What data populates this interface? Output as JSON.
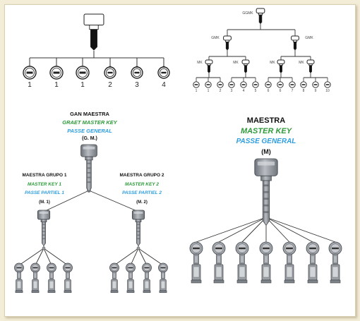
{
  "diagram1": {
    "cylinder_numbers": [
      "1",
      "1",
      "1",
      "2",
      "3",
      "4"
    ]
  },
  "diagram2": {
    "top_label": "GGMK",
    "gmk_label": "GMK",
    "mk_label": "MK",
    "cylinder_numbers": [
      "1",
      "1",
      "2",
      "3",
      "4",
      "5",
      "6",
      "6",
      "7",
      "8",
      "9",
      "10"
    ]
  },
  "diagram3": {
    "title": "GAN MAESTRA",
    "title_en": "GRAET MASTER KEY",
    "title_fr": "PASSE GENERAL",
    "code": "(G. M.)",
    "group1": {
      "title": "MAESTRA GRUPO 1",
      "en": "MASTER KEY 1",
      "fr": "PASSE PARTIEL 1",
      "code": "(M. 1)"
    },
    "group2": {
      "title": "MAESTRA GRUPO 2",
      "en": "MASTER KEY 2",
      "fr": "PASSE PARTIEL 2",
      "code": "(M. 2)"
    }
  },
  "diagram4": {
    "title": "MAESTRA",
    "title_en": "MASTER KEY",
    "title_fr": "PASSE GENERAL",
    "code": "(M)"
  },
  "colors": {
    "green_text": "#2e9a3a",
    "blue_text": "#2f9ee0",
    "key_gray": "#8a8f96",
    "line": "#333333"
  }
}
